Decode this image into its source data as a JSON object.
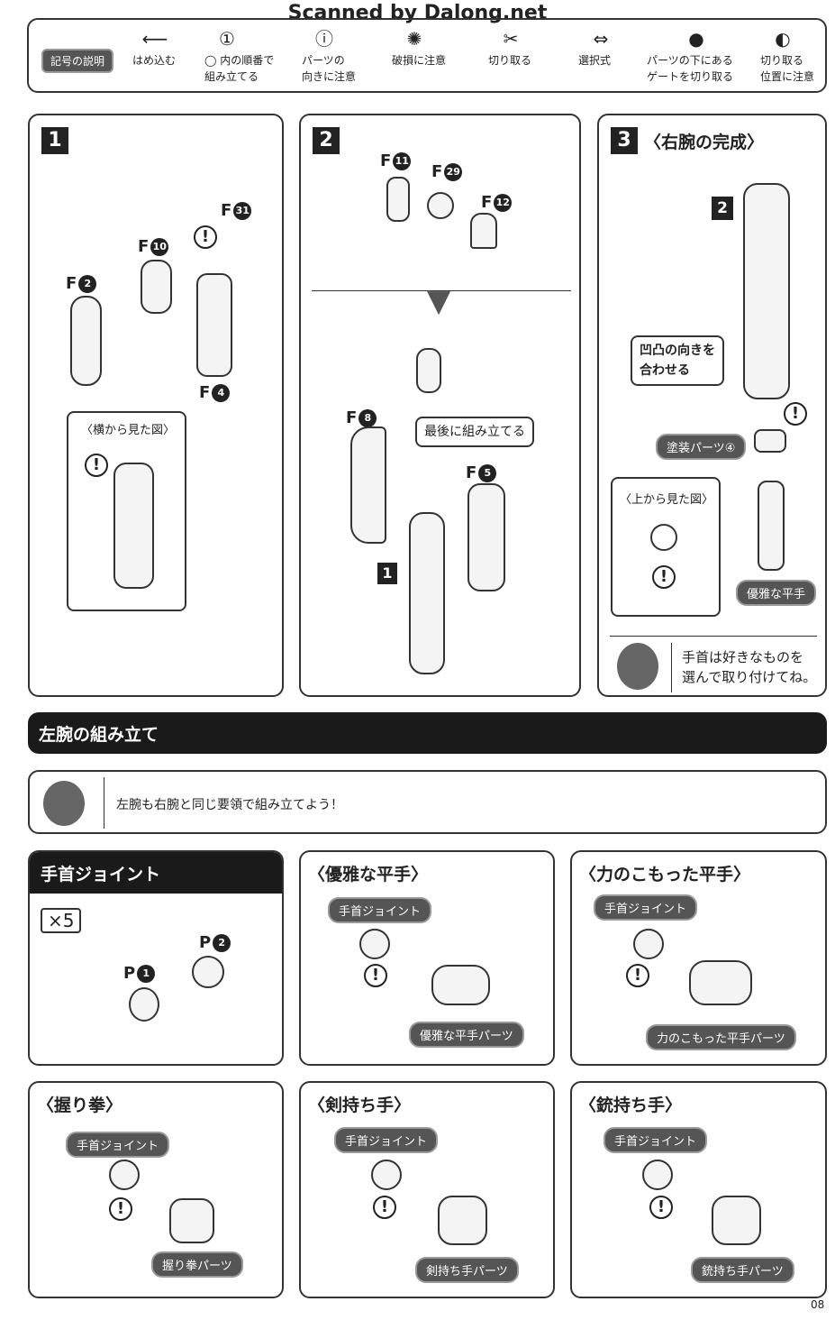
{
  "watermark": "Scanned by Dalong.net",
  "legend": {
    "title": "記号の説明",
    "items": [
      {
        "icon": "arrow-left-icon",
        "line1": "はめ込む",
        "line2": ""
      },
      {
        "icon": "hexagon-number-icon",
        "line1": "◯ 内の順番で",
        "line2": "組み立てる"
      },
      {
        "icon": "exclamation-icon",
        "line1": "パーツの",
        "line2": "向きに注意"
      },
      {
        "icon": "break-icon",
        "line1": "破損に注意",
        "line2": ""
      },
      {
        "icon": "cut-icon",
        "line1": "切り取る",
        "line2": ""
      },
      {
        "icon": "double-arrow-icon",
        "line1": "選択式",
        "line2": ""
      },
      {
        "icon": "gate-icon",
        "line1": "パーツの下にある",
        "line2": "ゲートを切り取る"
      },
      {
        "icon": "cut-position-icon",
        "line1": "切り取る",
        "line2": "位置に注意"
      }
    ]
  },
  "step1": {
    "num": "1",
    "parts": [
      {
        "l": "F",
        "n": "31"
      },
      {
        "l": "F",
        "n": "10"
      },
      {
        "l": "F",
        "n": "2"
      },
      {
        "l": "F",
        "n": "4"
      }
    ],
    "side_view": "〈横から見た図〉"
  },
  "step2": {
    "num": "2",
    "parts": [
      {
        "l": "F",
        "n": "11"
      },
      {
        "l": "F",
        "n": "29"
      },
      {
        "l": "F",
        "n": "12"
      },
      {
        "l": "F",
        "n": "8"
      },
      {
        "l": "F",
        "n": "5"
      }
    ],
    "callout": "最後に組み立てる",
    "sub_num": "1"
  },
  "step3": {
    "num": "3",
    "title": "〈右腕の完成〉",
    "sub_num": "2",
    "callout_l1": "凹凸の向きを",
    "callout_l2": "合わせる",
    "paint_part": "塗装パーツ④",
    "top_view": "〈上から見た図〉",
    "hand": "優雅な平手",
    "tip_l1": "手首は好きなものを",
    "tip_l2": "選んで取り付けてね。"
  },
  "section": {
    "title": "左腕の組み立て",
    "note": "左腕も右腕と同じ要領で組み立てよう！"
  },
  "wrist": {
    "title": "手首ジョイント",
    "count": "×5",
    "parts": [
      {
        "l": "P",
        "n": "2"
      },
      {
        "l": "P",
        "n": "1"
      }
    ]
  },
  "hands": [
    {
      "title": "〈優雅な平手〉",
      "joint": "手首ジョイント",
      "part": "優雅な平手パーツ"
    },
    {
      "title": "〈力のこもった平手〉",
      "joint": "手首ジョイント",
      "part": "力のこもった平手パーツ"
    },
    {
      "title": "〈握り拳〉",
      "joint": "手首ジョイント",
      "part": "握り拳パーツ"
    },
    {
      "title": "〈剣持ち手〉",
      "joint": "手首ジョイント",
      "part": "剣持ち手パーツ"
    },
    {
      "title": "〈銃持ち手〉",
      "joint": "手首ジョイント",
      "part": "銃持ち手パーツ"
    }
  ],
  "page_number": "08"
}
